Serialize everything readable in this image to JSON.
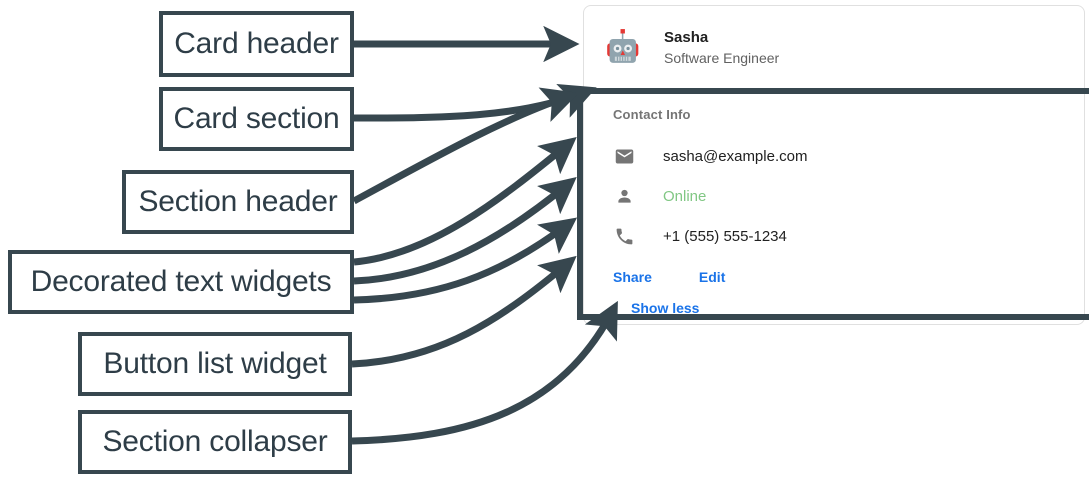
{
  "annotations": [
    {
      "id": "card-header",
      "label": "Card header"
    },
    {
      "id": "card-section",
      "label": "Card section"
    },
    {
      "id": "section-header",
      "label": "Section header"
    },
    {
      "id": "decorated-text",
      "label": "Decorated text widgets"
    },
    {
      "id": "button-list",
      "label": "Button list widget"
    },
    {
      "id": "section-collapser",
      "label": "Section collapser"
    }
  ],
  "card": {
    "header": {
      "avatar_icon": "robot-avatar-icon",
      "title": "Sasha",
      "subtitle": "Software Engineer"
    },
    "section": {
      "header": "Contact Info",
      "rows": [
        {
          "icon": "email-icon",
          "text": "sasha@example.com",
          "state": "default"
        },
        {
          "icon": "person-icon",
          "text": "Online",
          "state": "online"
        },
        {
          "icon": "phone-icon",
          "text": "+1 (555) 555-1234",
          "state": "default"
        }
      ],
      "buttons": [
        {
          "label": "Share"
        },
        {
          "label": "Edit"
        }
      ],
      "collapser": {
        "label": "Show less"
      }
    }
  },
  "colors": {
    "annotation_stroke": "#37474f",
    "annotation_text": "#2e3d47",
    "card_border": "#e0e0e0",
    "link_blue": "#1a73e8",
    "online_green": "#81c784",
    "icon_gray": "#757575",
    "primary_text": "#212121",
    "secondary_text": "#616161"
  }
}
